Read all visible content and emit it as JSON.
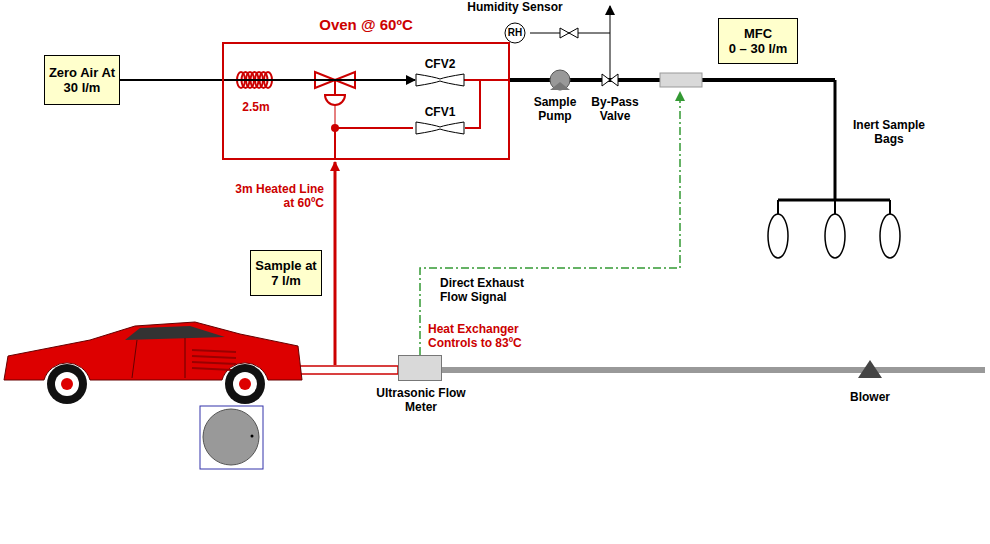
{
  "diagram": {
    "nodes": [
      {
        "text": [
          "Zero Air At 30 l/m"
        ]
      },
      {
        "text": [
          "Oven @ 60ºC"
        ]
      },
      {
        "text": [
          "CFV2"
        ],
        "in": 1
      },
      {
        "text": [
          "CFV1"
        ],
        "in": 1
      },
      {
        "text": [
          "Humidity Sensor",
          "RH"
        ]
      },
      {
        "text": [
          "MFC",
          "0 – 30 l/m"
        ]
      },
      {
        "text": [
          "Sample at 7 l/m"
        ]
      },
      {
        "text": [
          "Ultrasonic Flow Meter"
        ]
      }
    ],
    "edges": [
      {
        "from": 0,
        "to": 1,
        "arrow": "to"
      },
      {
        "from": 3,
        "to": 2,
        "arrow": "none"
      }
    ],
    "labels": [
      "2.5m",
      "Sample Pump",
      "By-Pass Valve",
      "Inert Sample Bags",
      "3m Heated Line at 60ºC",
      "Direct Exhaust Flow Signal",
      "Heat Exchanger Controls to 83ºC",
      "Blower"
    ]
  }
}
